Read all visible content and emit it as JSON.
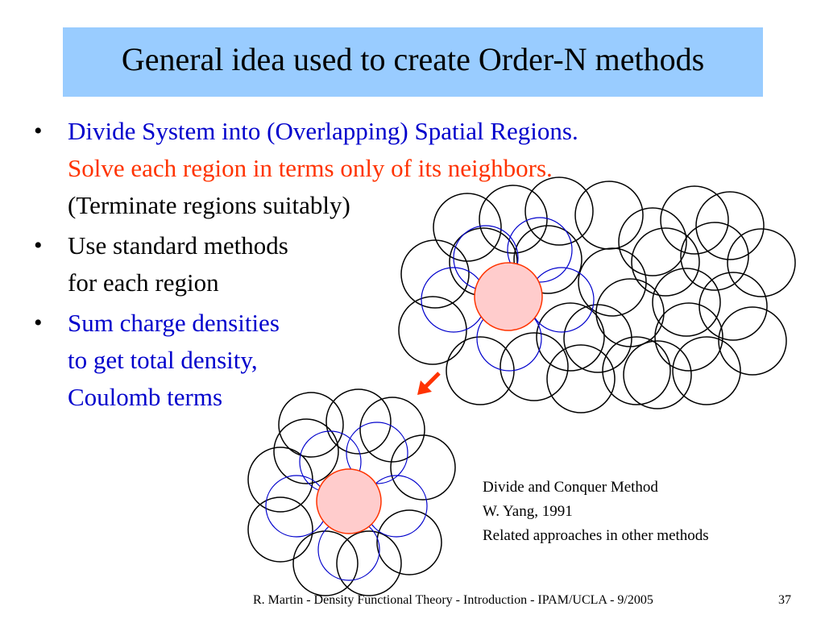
{
  "slide": {
    "title": "General idea used to create Order-N methods",
    "colors": {
      "title_background": "#99ccff",
      "blue_text": "#0000cc",
      "red_text": "#ff3300",
      "center_fill": "#ffcccc",
      "center_stroke": "#ff3300",
      "neighbor_circle": "#0000cc",
      "other_circle": "#000000",
      "arrow": "#ff3300"
    },
    "bullets": [
      {
        "lines": [
          {
            "text": "Divide System into (Overlapping) Spatial Regions.",
            "color": "#0000cc"
          },
          {
            "text": "Solve each region in terms only of its neighbors.",
            "color": "#ff3300"
          },
          {
            "text": "(Terminate regions suitably)",
            "color": "#000000"
          }
        ]
      },
      {
        "lines": [
          {
            "text": "Use standard methods",
            "color": "#000000"
          },
          {
            "text": "for each region",
            "color": "#000000"
          }
        ]
      },
      {
        "lines": [
          {
            "text": "Sum charge densities",
            "color": "#0000cc"
          },
          {
            "text": "to get total density,",
            "color": "#0000cc"
          },
          {
            "text": "Coulomb terms",
            "color": "#0000cc"
          }
        ]
      }
    ],
    "caption": {
      "line1": "Divide and Conquer Method",
      "line2": " W. Yang, 1991",
      "line3": "Related approaches in other methods"
    },
    "footer": "R. Martin - Density Functional Theory - Introduction - IPAM/UCLA - 9/2005",
    "page_number": "37"
  }
}
